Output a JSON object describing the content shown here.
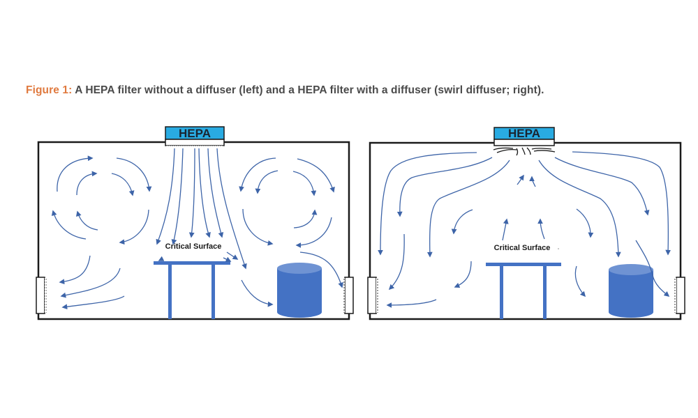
{
  "caption": {
    "label": "Figure 1:",
    "text": " A HEPA filter without a diffuser (left) and a HEPA filter with a diffuser (swirl diffuser; right)."
  },
  "colors": {
    "caption_label": "#e07a3f",
    "caption_text": "#4a4a4a",
    "hepa_fill": "#29abe2",
    "airflow_arrow": "#3d64a8",
    "furniture": "#4472c4",
    "room_wall": "#1a1a1a"
  },
  "panels": [
    {
      "id": "left",
      "description": "HEPA filter without a diffuser",
      "hepa_label": "HEPA",
      "surface_label": "Critical Surface",
      "objects": [
        "hepa-filter",
        "table",
        "cylinder",
        "left-return-vent",
        "right-return-vent"
      ],
      "airflow": "straight downward jets onto critical surface with recirculating eddies in upper corners"
    },
    {
      "id": "right",
      "description": "HEPA filter with a swirl diffuser",
      "hepa_label": "HEPA",
      "surface_label": "Critical Surface",
      "objects": [
        "hepa-filter-with-swirl-diffuser",
        "table",
        "cylinder",
        "left-return-vent",
        "right-return-vent"
      ],
      "airflow": "air spreads radially along ceiling and walls toward return vents; updraft above critical surface"
    }
  ]
}
